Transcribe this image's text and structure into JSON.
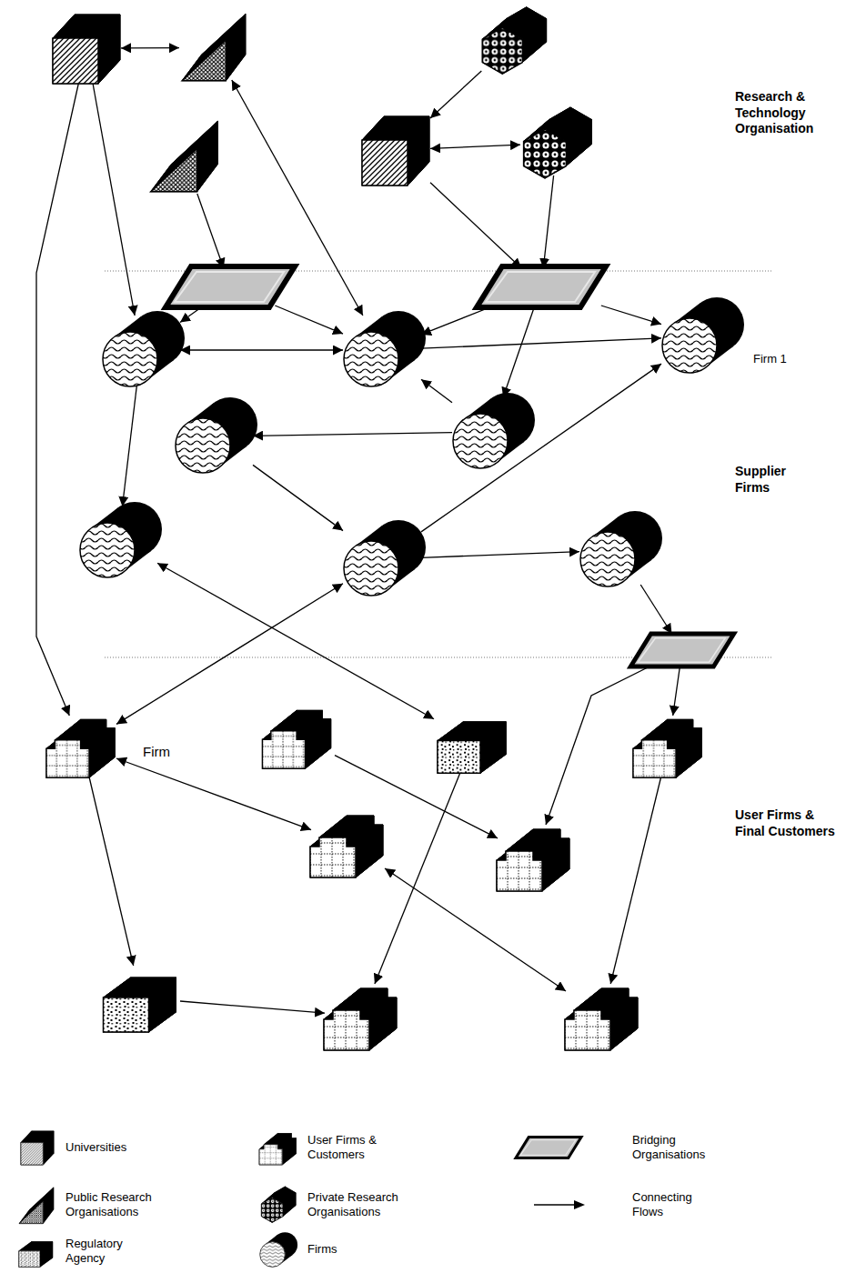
{
  "diagram": {
    "nodes": [
      {
        "text": []
      },
      {
        "text": []
      },
      {
        "text": []
      },
      {
        "text": []
      },
      {
        "text": []
      },
      {
        "text": []
      },
      {
        "text": []
      },
      {
        "text": []
      },
      {
        "text": []
      },
      {
        "text": []
      },
      {
        "text": [
          "Firm 1"
        ]
      },
      {
        "text": []
      },
      {
        "text": []
      },
      {
        "text": []
      },
      {
        "text": []
      },
      {
        "text": []
      },
      {
        "text": []
      },
      {
        "text": [
          "Firm"
        ]
      },
      {
        "text": []
      },
      {
        "text": []
      },
      {
        "text": []
      },
      {
        "text": []
      },
      {
        "text": []
      },
      {
        "text": []
      },
      {
        "text": []
      },
      {
        "text": []
      }
    ],
    "edges": [
      {
        "from": 0,
        "to": 1,
        "arrow": "both"
      },
      {
        "from": 0,
        "to": 8,
        "arrow": "to"
      },
      {
        "from": 0,
        "to": 17,
        "arrow": "to"
      },
      {
        "from": 1,
        "to": 9,
        "arrow": "both"
      },
      {
        "from": 2,
        "to": 3,
        "arrow": "to"
      },
      {
        "from": 3,
        "to": 4,
        "arrow": "both"
      },
      {
        "from": 3,
        "to": 7,
        "arrow": "to"
      },
      {
        "from": 4,
        "to": 7,
        "arrow": "to"
      },
      {
        "from": 5,
        "to": 6,
        "arrow": "to"
      },
      {
        "from": 6,
        "to": 8,
        "arrow": "to"
      },
      {
        "from": 6,
        "to": 9,
        "arrow": "to"
      },
      {
        "from": 7,
        "to": 9,
        "arrow": "to"
      },
      {
        "from": 7,
        "to": 10,
        "arrow": "to"
      },
      {
        "from": 7,
        "to": 12,
        "arrow": "to"
      },
      {
        "from": 8,
        "to": 9,
        "arrow": "both"
      },
      {
        "from": 9,
        "to": 10,
        "arrow": "to"
      },
      {
        "from": 12,
        "to": 9,
        "arrow": "to"
      },
      {
        "from": 12,
        "to": 11,
        "arrow": "to"
      },
      {
        "from": 11,
        "to": 14,
        "arrow": "to"
      },
      {
        "from": 8,
        "to": 13,
        "arrow": "to"
      },
      {
        "from": 14,
        "to": 10,
        "arrow": "to"
      },
      {
        "from": 14,
        "to": 15,
        "arrow": "to"
      },
      {
        "from": 15,
        "to": 16,
        "arrow": "to"
      },
      {
        "from": 13,
        "to": 19,
        "arrow": "both"
      },
      {
        "from": 14,
        "to": 17,
        "arrow": "both"
      },
      {
        "from": 16,
        "to": 22,
        "arrow": "to"
      },
      {
        "from": 16,
        "to": 20,
        "arrow": "to"
      },
      {
        "from": 18,
        "to": 22,
        "arrow": "to"
      },
      {
        "from": 17,
        "to": 21,
        "arrow": "both"
      },
      {
        "from": 19,
        "to": 24,
        "arrow": "to"
      },
      {
        "from": 17,
        "to": 23,
        "arrow": "to"
      },
      {
        "from": 23,
        "to": 24,
        "arrow": "to"
      },
      {
        "from": 21,
        "to": 25,
        "arrow": "both"
      },
      {
        "from": 20,
        "to": 25,
        "arrow": "to"
      }
    ],
    "labels": [
      "Research & Technology Organisation",
      "Supplier Firms",
      "User Firms & Final Customers"
    ],
    "legend": [
      {
        "text": "Universities"
      },
      {
        "text": "User Firms & Customers"
      },
      {
        "text": "Bridging Organisations"
      },
      {
        "text": "Public Research Organisations"
      },
      {
        "text": "Private Research Organisations"
      },
      {
        "text": "Connecting Flows"
      },
      {
        "text": "Regulatory Agency"
      },
      {
        "text": "Firms"
      }
    ]
  }
}
